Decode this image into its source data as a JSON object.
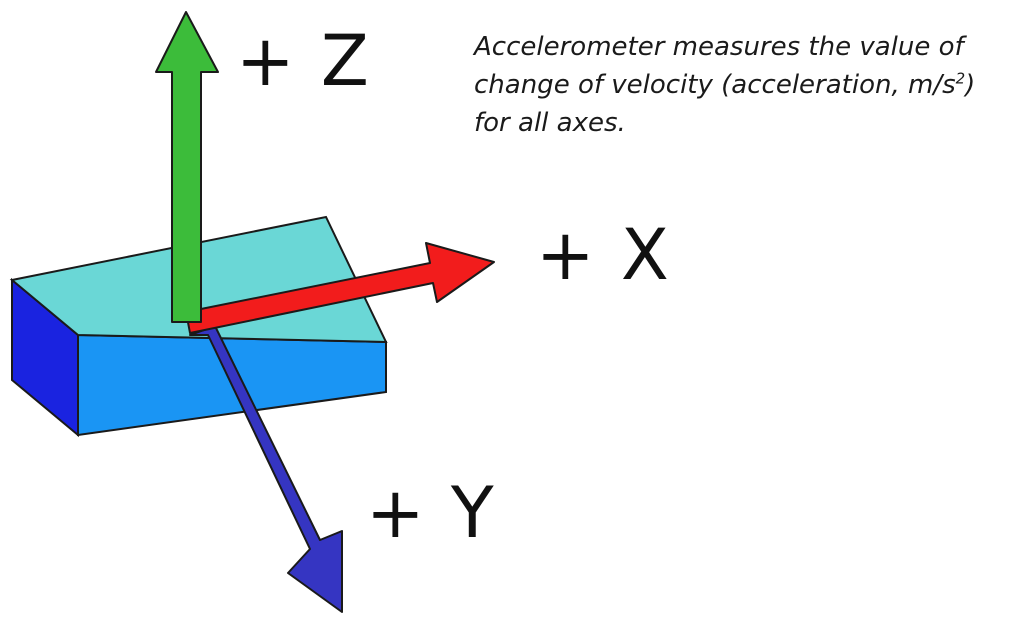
{
  "axes": {
    "z_label": "+ Z",
    "x_label": "+ X",
    "y_label": "+ Y"
  },
  "caption": {
    "line1": "Accelerometer measures the value of",
    "line2_pre": "change of velocity (acceleration, m/s",
    "line2_sup": "2",
    "line2_post": ")",
    "line3": "for all axes."
  },
  "colors": {
    "board_top": "#6ad7d6",
    "board_front": "#1a95f4",
    "board_side": "#1a23e0",
    "z_arrow": "#3cbc3a",
    "x_arrow": "#f21c1c",
    "y_arrow": "#3535c2",
    "outline": "#1a1a1a"
  },
  "icons": {
    "board": "circuit-board-shape",
    "z_arrow": "arrow-up-icon",
    "x_arrow": "arrow-right-icon",
    "y_arrow": "arrow-down-icon"
  }
}
